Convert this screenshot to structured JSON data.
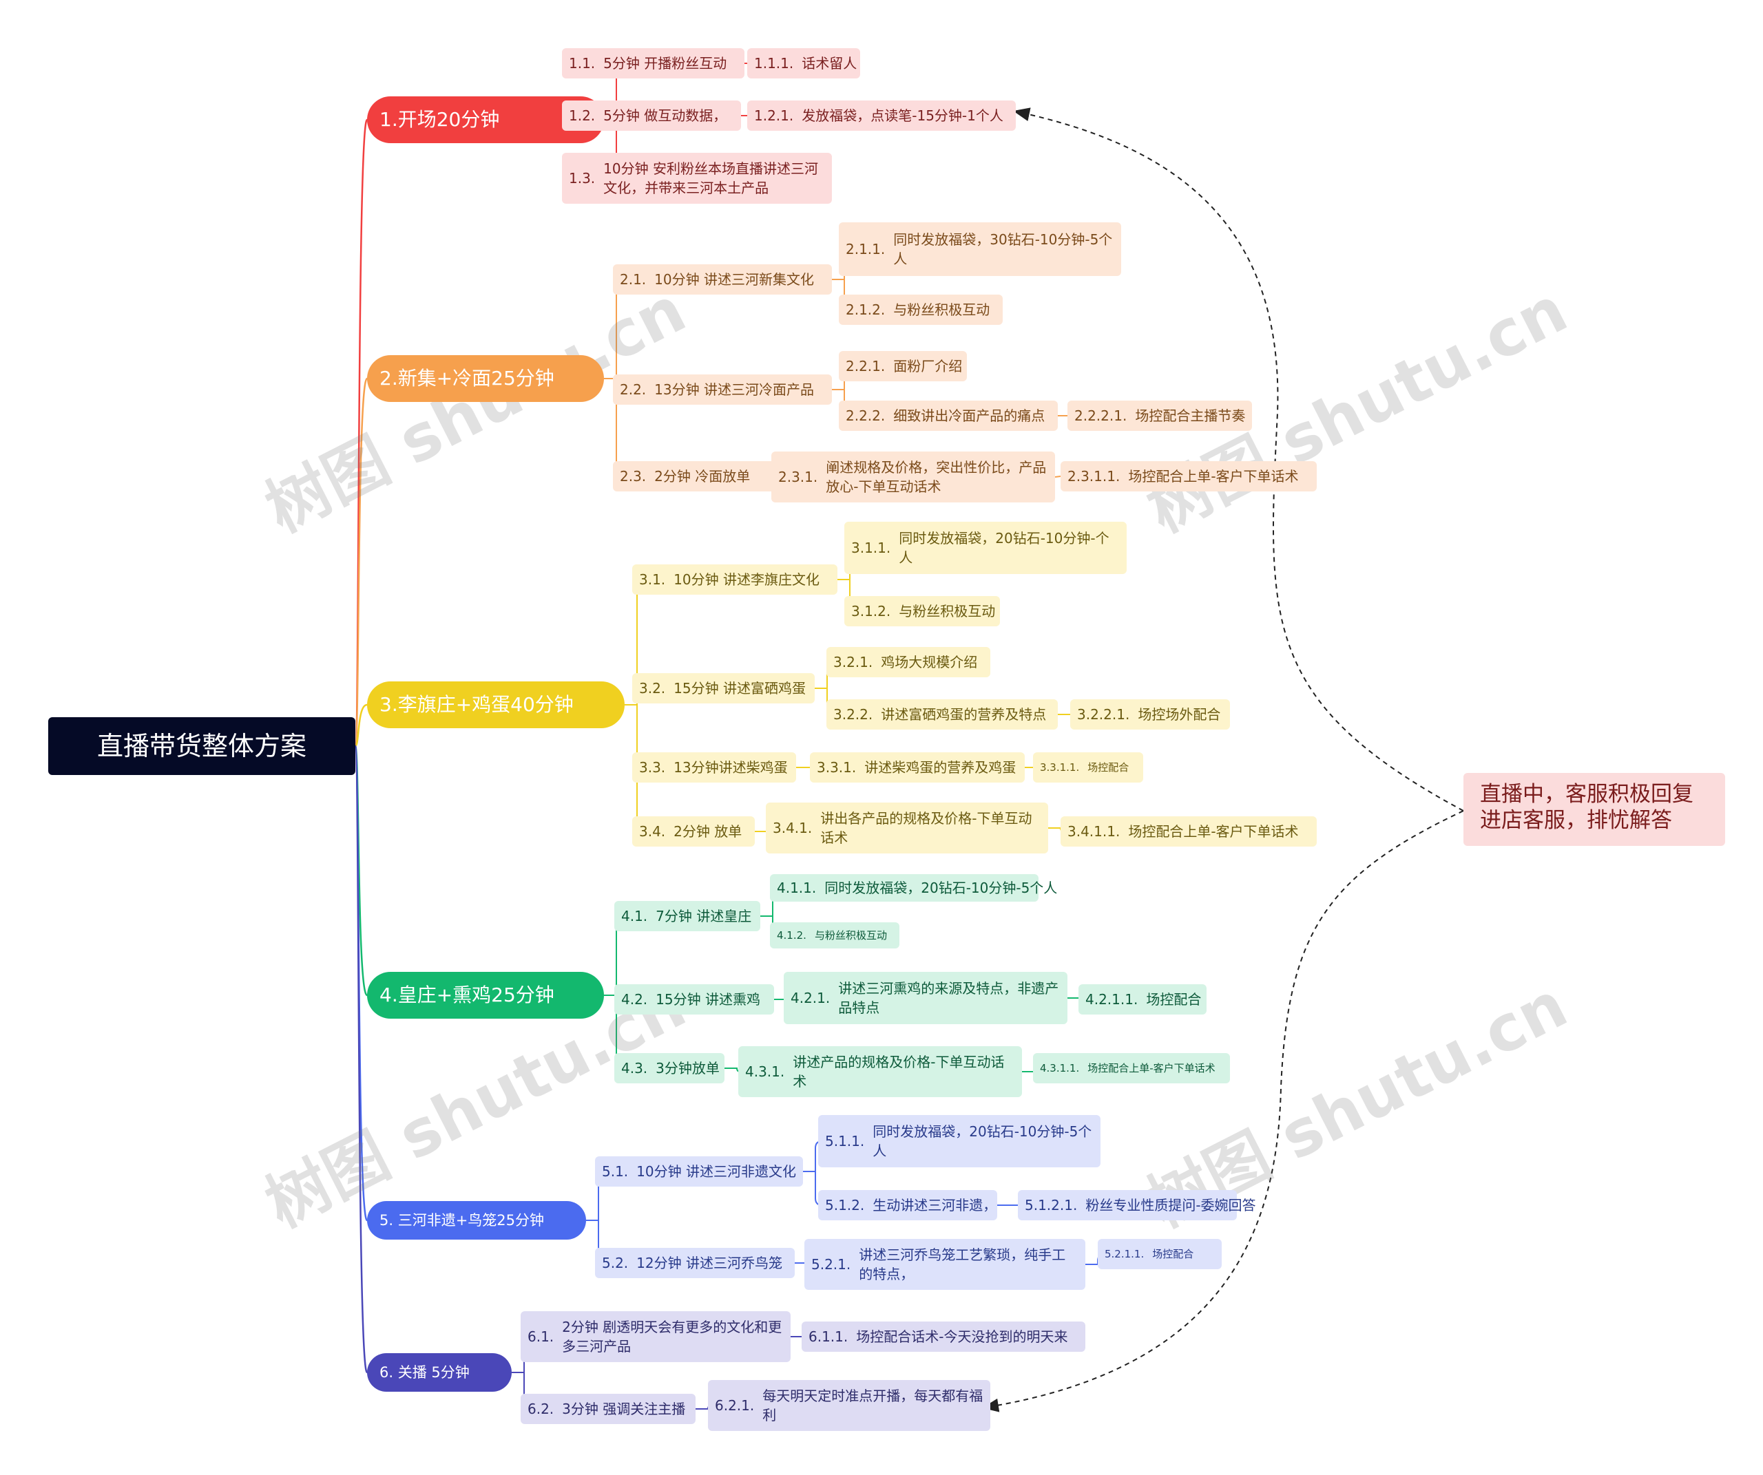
{
  "root": {
    "label": "直播带货整体方案"
  },
  "side_note": {
    "text": "直播中，客服积极回复进店客服，排忧解答"
  },
  "watermark": "树图 shutu.cn",
  "colors": {
    "red": "#f13f3f",
    "orange": "#f6a04d",
    "yellow": "#f0d020",
    "green": "#13b86e",
    "blue": "#4b6bef",
    "purple": "#4a47b8",
    "red_bg": "#fcdcdc",
    "orange_bg": "#fde6d6",
    "yellow_bg": "#fdf4cc",
    "green_bg": "#d5f3e5",
    "blue_bg": "#dde2fb",
    "purple_bg": "#dedcf3"
  },
  "branches": [
    {
      "label": "1.开场20分钟",
      "items": [
        {
          "num": "1.1.",
          "text": "5分钟 开播粉丝互动",
          "children": [
            {
              "num": "1.1.1.",
              "text": "话术留人"
            }
          ]
        },
        {
          "num": "1.2.",
          "text": "5分钟 做互动数据，",
          "children": [
            {
              "num": "1.2.1.",
              "text": "发放福袋，点读笔-15分钟-1个人"
            }
          ]
        },
        {
          "num": "1.3.",
          "text": "10分钟 安利粉丝本场直播讲述三河文化，并带来三河本土产品"
        }
      ]
    },
    {
      "label": "2.新集+冷面25分钟",
      "items": [
        {
          "num": "2.1.",
          "text": "10分钟 讲述三河新集文化",
          "children": [
            {
              "num": "2.1.1.",
              "text": "同时发放福袋，30钻石-10分钟-5个人"
            },
            {
              "num": "2.1.2.",
              "text": "与粉丝积极互动"
            }
          ]
        },
        {
          "num": "2.2.",
          "text": "13分钟 讲述三河冷面产品",
          "children": [
            {
              "num": "2.2.1.",
              "text": "面粉厂介绍"
            },
            {
              "num": "2.2.2.",
              "text": "细致讲出冷面产品的痛点",
              "children": [
                {
                  "num": "2.2.2.1.",
                  "text": "场控配合主播节奏"
                }
              ]
            }
          ]
        },
        {
          "num": "2.3.",
          "text": "2分钟 冷面放单",
          "children": [
            {
              "num": "2.3.1.",
              "text": "阐述规格及价格，突出性价比，产品放心-下单互动话术",
              "children": [
                {
                  "num": "2.3.1.1.",
                  "text": "场控配合上单-客户下单话术"
                }
              ]
            }
          ]
        }
      ]
    },
    {
      "label": "3.李旗庄+鸡蛋40分钟",
      "items": [
        {
          "num": "3.1.",
          "text": "10分钟 讲述李旗庄文化",
          "children": [
            {
              "num": "3.1.1.",
              "text": "同时发放福袋，20钻石-10分钟-个人"
            },
            {
              "num": "3.1.2.",
              "text": "与粉丝积极互动"
            }
          ]
        },
        {
          "num": "3.2.",
          "text": "15分钟 讲述富硒鸡蛋",
          "children": [
            {
              "num": "3.2.1.",
              "text": "鸡场大规模介绍"
            },
            {
              "num": "3.2.2.",
              "text": "讲述富硒鸡蛋的营养及特点",
              "children": [
                {
                  "num": "3.2.2.1.",
                  "text": "场控场外配合"
                }
              ]
            }
          ]
        },
        {
          "num": "3.3.",
          "text": "13分钟讲述柴鸡蛋",
          "children": [
            {
              "num": "3.3.1.",
              "text": "讲述柴鸡蛋的营养及鸡蛋",
              "children": [
                {
                  "num": "3.3.1.1.",
                  "text": "场控配合"
                }
              ]
            }
          ]
        },
        {
          "num": "3.4.",
          "text": "2分钟  放单",
          "children": [
            {
              "num": "3.4.1.",
              "text": "讲出各产品的规格及价格-下单互动话术",
              "children": [
                {
                  "num": "3.4.1.1.",
                  "text": "场控配合上单-客户下单话术"
                }
              ]
            }
          ]
        }
      ]
    },
    {
      "label": "4.皇庄+熏鸡25分钟",
      "items": [
        {
          "num": "4.1.",
          "text": "7分钟 讲述皇庄",
          "children": [
            {
              "num": "4.1.1.",
              "text": "同时发放福袋，20钻石-10分钟-5个人"
            },
            {
              "num": "4.1.2.",
              "text": "与粉丝积极互动"
            }
          ]
        },
        {
          "num": "4.2.",
          "text": "15分钟 讲述熏鸡",
          "children": [
            {
              "num": "4.2.1.",
              "text": "讲述三河熏鸡的来源及特点，非遗产品特点",
              "children": [
                {
                  "num": "4.2.1.1.",
                  "text": "场控配合"
                }
              ]
            }
          ]
        },
        {
          "num": "4.3.",
          "text": "3分钟放单",
          "children": [
            {
              "num": "4.3.1.",
              "text": "讲述产品的规格及价格-下单互动话术",
              "children": [
                {
                  "num": "4.3.1.1.",
                  "text": "场控配合上单-客户下单话术"
                }
              ]
            }
          ]
        }
      ]
    },
    {
      "label": "5. 三河非遗+鸟笼25分钟",
      "items": [
        {
          "num": "5.1.",
          "text": "10分钟 讲述三河非遗文化",
          "children": [
            {
              "num": "5.1.1.",
              "text": "同时发放福袋，20钻石-10分钟-5个人"
            },
            {
              "num": "5.1.2.",
              "text": "生动讲述三河非遗，",
              "children": [
                {
                  "num": "5.1.2.1.",
                  "text": "粉丝专业性质提问-委婉回答"
                }
              ]
            }
          ]
        },
        {
          "num": "5.2.",
          "text": "12分钟 讲述三河乔鸟笼",
          "children": [
            {
              "num": "5.2.1.",
              "text": "讲述三河乔鸟笼工艺繁琐，纯手工的特点，",
              "children": [
                {
                  "num": "5.2.1.1.",
                  "text": "场控配合"
                }
              ]
            }
          ]
        }
      ]
    },
    {
      "label": "6. 关播 5分钟",
      "items": [
        {
          "num": "6.1.",
          "text": "2分钟 剧透明天会有更多的文化和更多三河产品",
          "children": [
            {
              "num": "6.1.1.",
              "text": "场控配合话术-今天没抢到的明天来"
            }
          ]
        },
        {
          "num": "6.2.",
          "text": "3分钟 强调关注主播",
          "children": [
            {
              "num": "6.2.1.",
              "text": "每天明天定时准点开播，每天都有福利"
            }
          ]
        }
      ]
    }
  ]
}
